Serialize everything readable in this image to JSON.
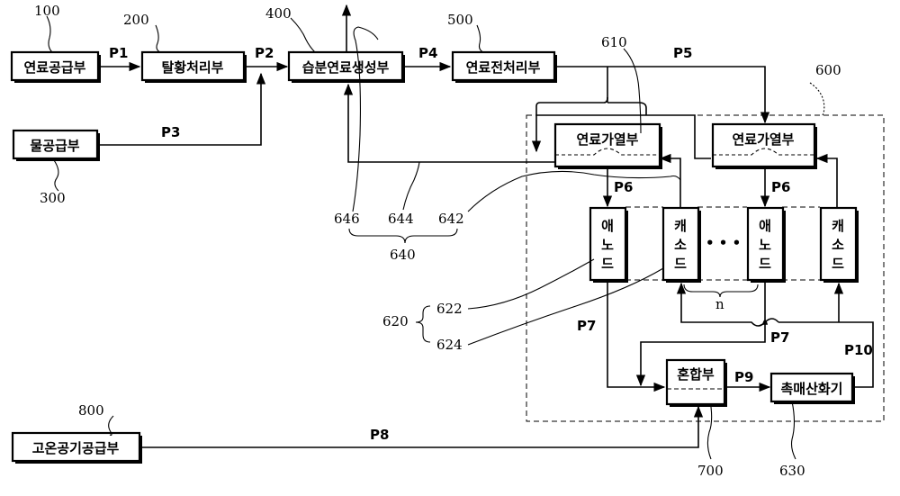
{
  "boxes": {
    "fuel_supply": "연료공급부",
    "desulfurizer": "탈황처리부",
    "water_supply": "물공급부",
    "humidified_fuel": "습분연료생성부",
    "fuel_pretreat": "연료전처리부",
    "fuel_heater_1": "연료가열부",
    "fuel_heater_2": "연료가열부",
    "anode_1": "애노드",
    "cathode_1": "캐소드",
    "anode_2": "애노드",
    "cathode_2": "캐소드",
    "mixer": "혼합부",
    "catalytic_oxidizer": "촉매산화기",
    "hot_air_supply": "고온공기공급부"
  },
  "refs": {
    "r100": "100",
    "r200": "200",
    "r300": "300",
    "r400": "400",
    "r500": "500",
    "r600": "600",
    "r610": "610",
    "r620": "620",
    "r622": "622",
    "r624": "624",
    "r630": "630",
    "r640": "640",
    "r642": "642",
    "r644": "644",
    "r646": "646",
    "r700": "700",
    "r800": "800",
    "n": "n",
    "dots": "• • •"
  },
  "paths": {
    "p1": "P1",
    "p2": "P2",
    "p3": "P3",
    "p4": "P4",
    "p5": "P5",
    "p6a": "P6",
    "p6b": "P6",
    "p7a": "P7",
    "p7b": "P7",
    "p8": "P8",
    "p9": "P9",
    "p10": "P10"
  }
}
